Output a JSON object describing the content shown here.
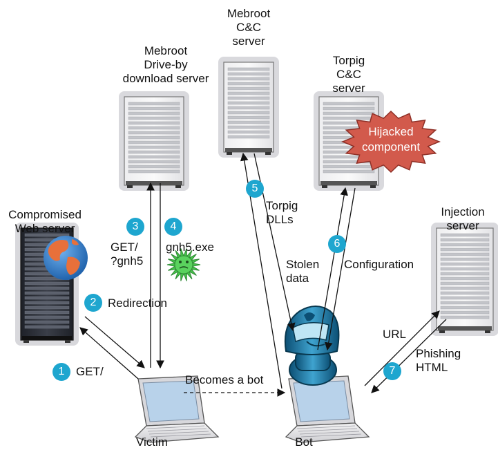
{
  "nodes": {
    "compromised_web_server": "Compromised\nWeb server",
    "drive_by_server": "Mebroot\nDrive-by\ndownload server",
    "mebroot_cc": "Mebroot\nC&C\nserver",
    "torpig_cc": "Torpig\nC&C\nserver",
    "injection_server": "Injection\nserver",
    "victim": "Victim",
    "bot": "Bot"
  },
  "callout": "Hijacked\ncomponent",
  "steps": [
    {
      "num": "1",
      "label": "GET/"
    },
    {
      "num": "2",
      "label": "Redirection"
    },
    {
      "num": "3",
      "label": "GET/\n?gnh5"
    },
    {
      "num": "4",
      "label": "gnh5.exe"
    },
    {
      "num": "5",
      "label": "Torpig\nDLLs"
    },
    {
      "num": "6",
      "label": "Configuration"
    },
    {
      "num": "7",
      "label": "Phishing\nHTML"
    }
  ],
  "edge_labels": {
    "becomes_bot": "Becomes a bot",
    "stolen_data": "Stolen\ndata",
    "url": "URL"
  },
  "colors": {
    "accent": "#1ea6cf",
    "server_body": "#e3e3e6",
    "server_frame": "#cfcfd4",
    "dark_rack": "#2a2d35",
    "callout": "#d25a4c",
    "globe_ocean": "#2f78c9",
    "globe_land": "#e8703a",
    "virus": "#46c24a"
  }
}
